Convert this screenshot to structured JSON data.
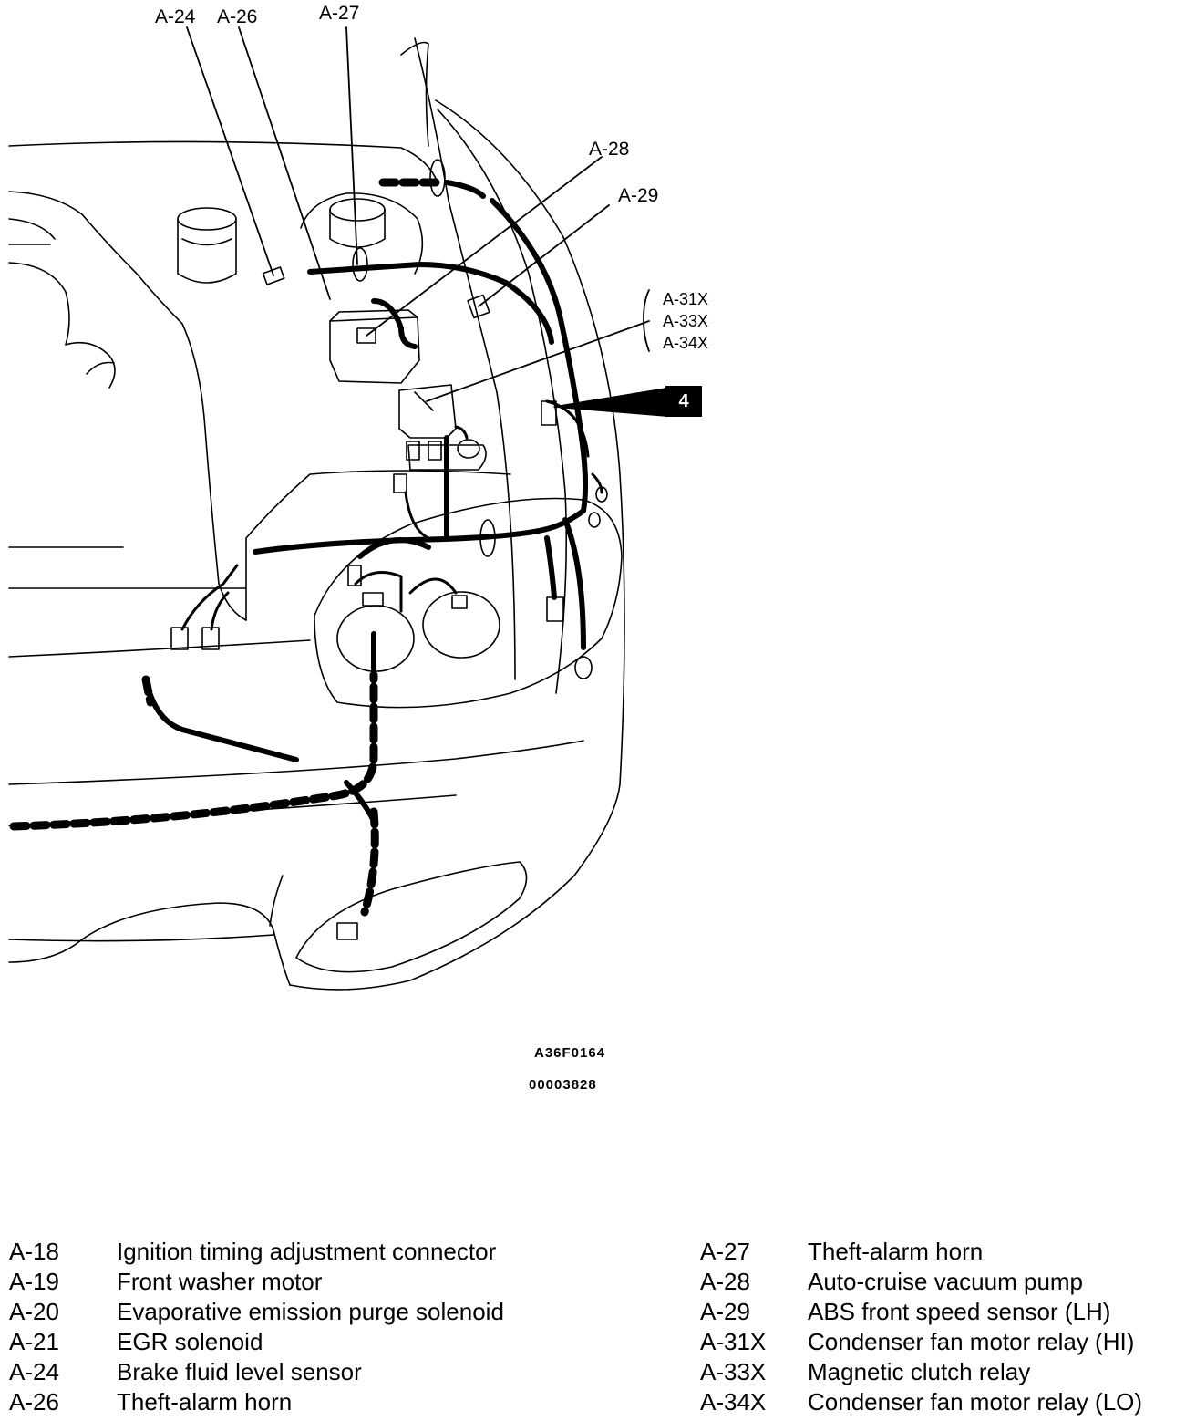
{
  "callouts": {
    "a24": "A-24",
    "a26": "A-26",
    "a27": "A-27",
    "a28": "A-28",
    "a29": "A-29",
    "a31x": "A-31X",
    "a33x": "A-33X",
    "a34x": "A-34X",
    "badge": "4"
  },
  "figure_codes": {
    "figure_id": "A36F0164",
    "doc_number": "00003828"
  },
  "legend_left": [
    {
      "code": "A-18",
      "desc": "Ignition timing adjustment connector"
    },
    {
      "code": "A-19",
      "desc": "Front washer motor"
    },
    {
      "code": "A-20",
      "desc": "Evaporative emission purge solenoid"
    },
    {
      "code": "A-21",
      "desc": "EGR solenoid"
    },
    {
      "code": "A-24",
      "desc": "Brake fluid level sensor"
    },
    {
      "code": "A-26",
      "desc": "Theft-alarm horn"
    }
  ],
  "legend_right": [
    {
      "code": "A-27",
      "desc": "Theft-alarm horn"
    },
    {
      "code": "A-28",
      "desc": "Auto-cruise vacuum pump"
    },
    {
      "code": "A-29",
      "desc": "ABS front speed sensor (LH)"
    },
    {
      "code": "A-31X",
      "desc": "Condenser fan motor relay (HI)"
    },
    {
      "code": "A-33X",
      "desc": "Magnetic clutch relay"
    },
    {
      "code": "A-34X",
      "desc": "Condenser fan motor relay (LO)"
    }
  ]
}
